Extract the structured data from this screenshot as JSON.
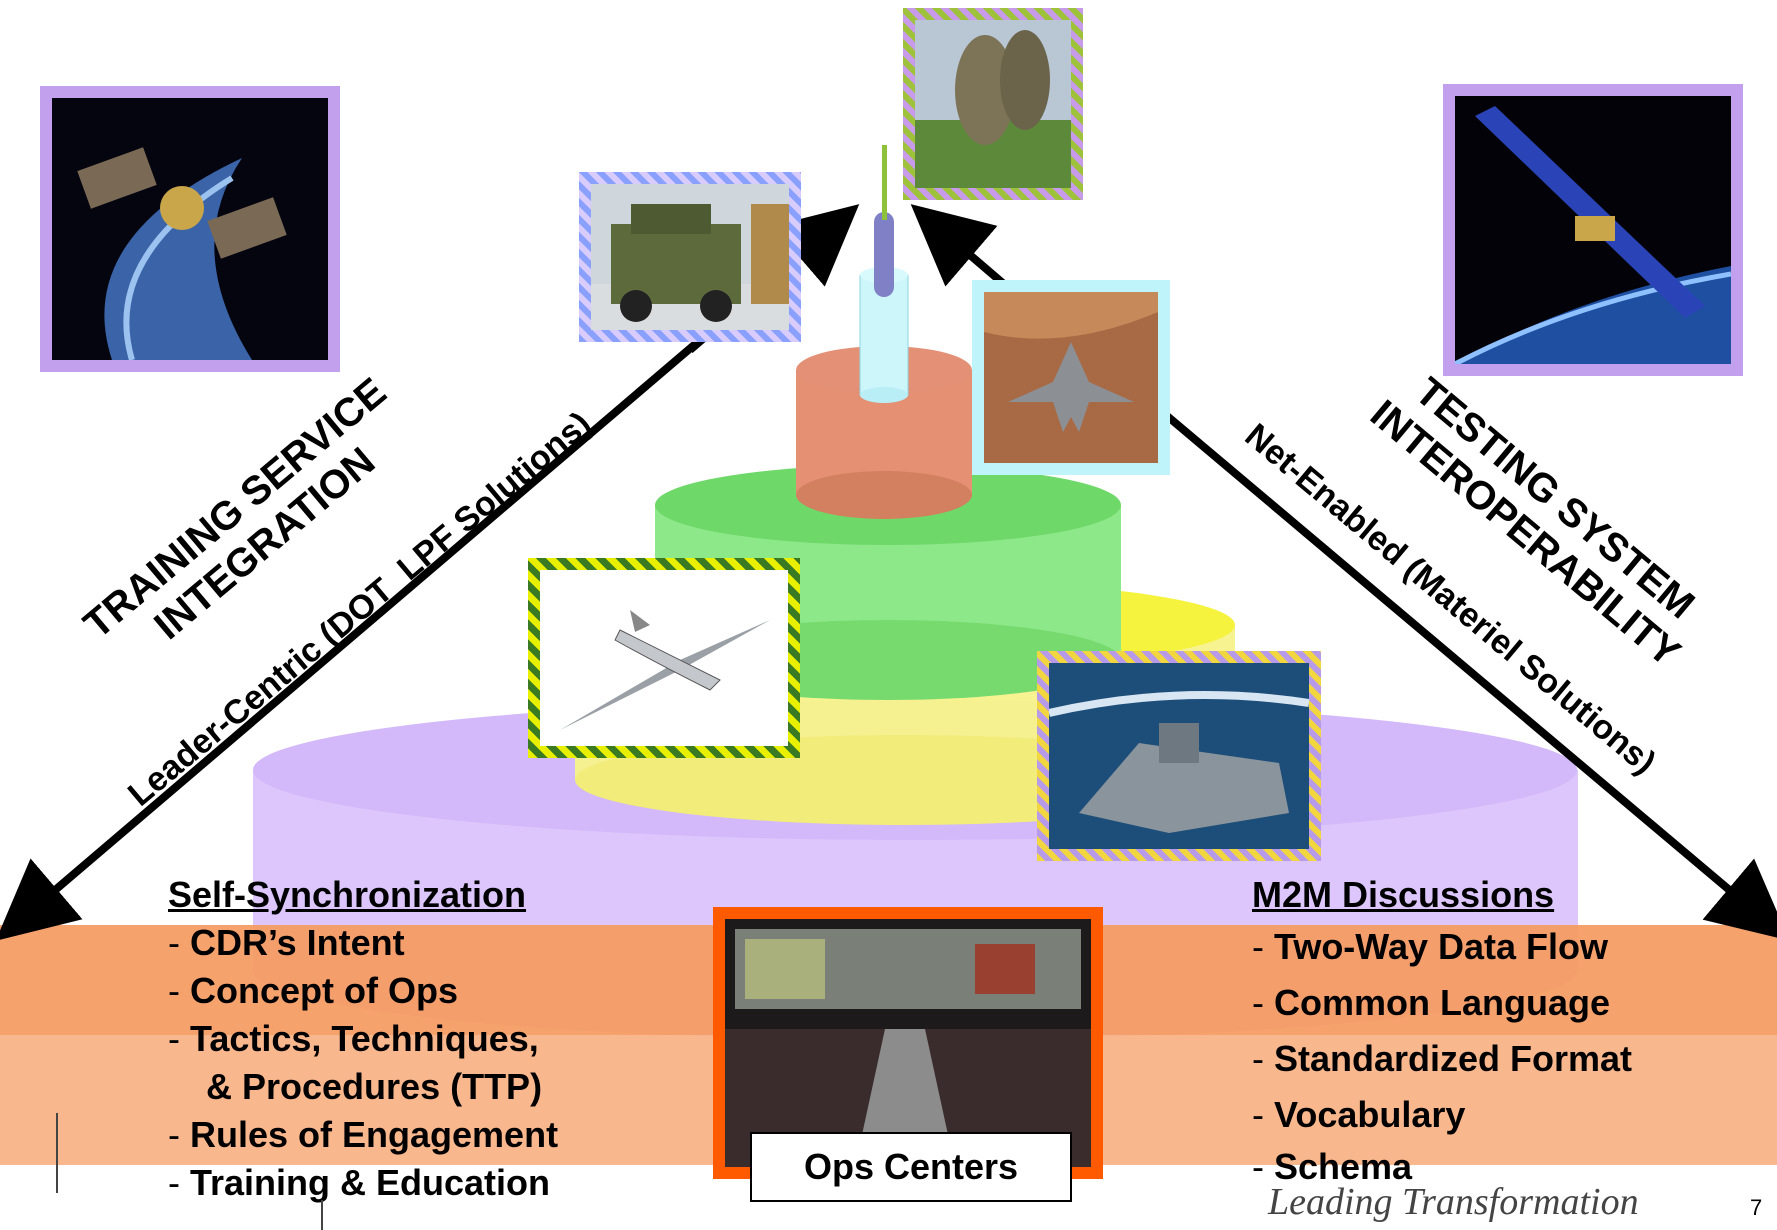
{
  "diagram": {
    "left_title": [
      "TRAINING SERVICE",
      "INTEGRATION"
    ],
    "left_arrow_label": "Leader-Centric (DOT_LPF Solutions)",
    "right_title": [
      "TESTING SYSTEM",
      "INTEROPERABILITY"
    ],
    "right_arrow_label": "Net-Enabled (Materiel Solutions)",
    "left_list": {
      "heading": "Self-Synchronization",
      "items": [
        "CDR’s Intent",
        "Concept of Ops",
        "Tactics, Techniques,",
        "Rules of Engagement",
        "Training & Education"
      ],
      "continuation": "& Procedures (TTP)"
    },
    "right_list": {
      "heading": "M2M Discussions",
      "items": [
        "Two-Way Data Flow",
        "Common Language",
        "Standardized Format",
        "Vocabulary",
        "Schema"
      ]
    },
    "ops_centers_label": "Ops Centers",
    "footer": "Leading Transformation",
    "page_number": "7",
    "dash": "-"
  },
  "photos": [
    {
      "name": "satellite-earth-photo"
    },
    {
      "name": "humvee-photo"
    },
    {
      "name": "soldiers-photo"
    },
    {
      "name": "fighter-jet-photo"
    },
    {
      "name": "space-station-photo"
    },
    {
      "name": "uav-drone-photo"
    },
    {
      "name": "navy-ship-photo"
    },
    {
      "name": "ops-center-photo"
    }
  ],
  "colors": {
    "base_disc": "#dcc6fb",
    "yellow_disc": "#f7f276",
    "green_disc": "#7fe07a",
    "salmon_disc": "#e58f73",
    "cyan_tube": "#cdf6fb",
    "blue_cap": "#8080c8",
    "orange_band": "#f79a60",
    "arrow": "#000000"
  }
}
